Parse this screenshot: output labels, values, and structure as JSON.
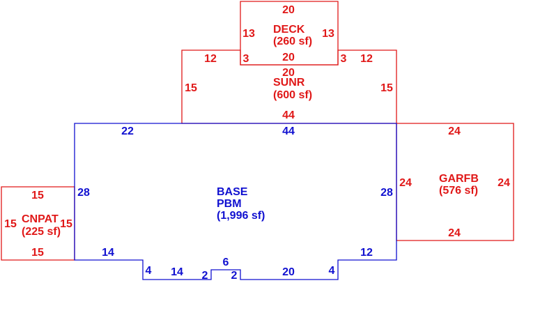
{
  "colors": {
    "base": "#1010d0",
    "addition": "#e01818",
    "background": "#ffffff"
  },
  "areas": {
    "base": {
      "code": "BASE",
      "type": "PBM",
      "area": "(1,996 sf)"
    },
    "deck": {
      "code": "DECK",
      "area": "(260 sf)"
    },
    "sunroom": {
      "code": "SUNR",
      "area": "(600 sf)"
    },
    "garage": {
      "code": "GARFB",
      "area": "(576 sf)"
    },
    "carport": {
      "code": "CNPAT",
      "area": "(225 sf)"
    }
  },
  "dimensions": {
    "base": {
      "top_left": "22",
      "top": "44",
      "left": "28",
      "right": "28",
      "bottom_left": "14",
      "step_left": "4",
      "bottom_mid_left": "14",
      "notch_left": "2",
      "notch_top": "6",
      "notch_right": "2",
      "bottom_mid_right": "20",
      "step_right": "4",
      "bottom_right": "12"
    },
    "deck": {
      "top": "20",
      "left": "13",
      "right": "13",
      "bottom": "20"
    },
    "sunroom": {
      "top": "20",
      "top_left": "12",
      "top_right": "12",
      "notch_left": "3",
      "notch_right": "3",
      "left": "15",
      "right": "15",
      "bottom": "44"
    },
    "garage": {
      "top": "24",
      "left": "24",
      "right": "24",
      "bottom": "24"
    },
    "carport": {
      "top": "15",
      "left": "15",
      "right": "15",
      "bottom": "15"
    }
  }
}
